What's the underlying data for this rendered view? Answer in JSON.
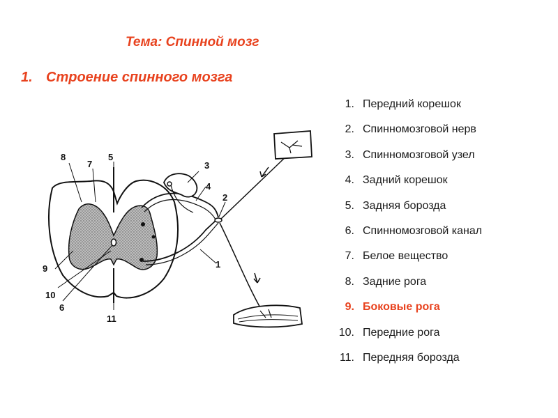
{
  "title": "Тема: Спинной мозг",
  "subtitle": {
    "number": "1.",
    "text": "Строение спинного мозга"
  },
  "colors": {
    "accent": "#e8421e",
    "text": "#1a1a1a"
  },
  "legend": [
    {
      "n": "1.",
      "label": "Передний корешок"
    },
    {
      "n": "2.",
      "label": "Спинномозговой нерв"
    },
    {
      "n": "3.",
      "label": "Спинномозговой узел"
    },
    {
      "n": "4.",
      "label": "Задний корешок"
    },
    {
      "n": "5.",
      "label": "Задняя борозда"
    },
    {
      "n": "6.",
      "label": "Спинномозговой канал"
    },
    {
      "n": "7.",
      "label": "Белое вещество"
    },
    {
      "n": "8.",
      "label": "Задние рога"
    },
    {
      "n": "9.",
      "label": "Боковые рога",
      "highlight": true
    },
    {
      "n": "10.",
      "label": "Передние рога"
    },
    {
      "n": "11.",
      "label": "Передняя борозда"
    }
  ],
  "diagram": {
    "labels": {
      "l1": "1",
      "l2": "2",
      "l3": "3",
      "l4": "4",
      "l5": "5",
      "l6": "6",
      "l7": "7",
      "l8": "8",
      "l9": "9",
      "l10": "10",
      "l11": "11"
    }
  }
}
